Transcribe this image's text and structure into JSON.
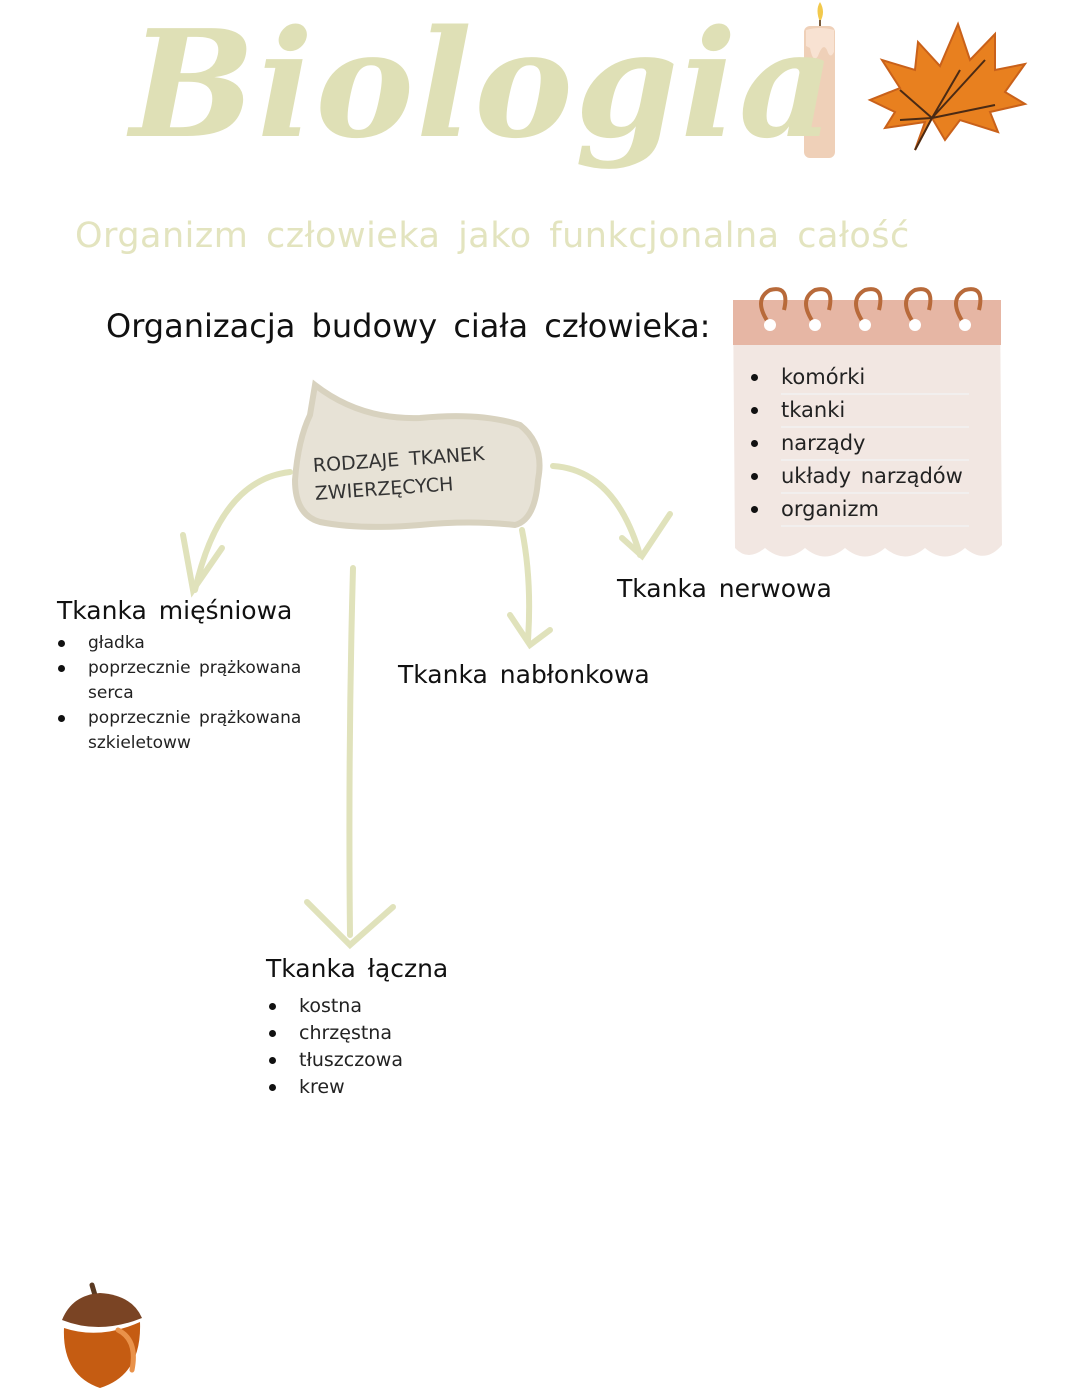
{
  "title": "Biologia",
  "subtitle": "Organizm człowieka jako funkcjonalna całość",
  "heading": "Organizacja budowy ciała człowieka:",
  "notepad_items": [
    "komórki",
    "tkanki",
    "narządy",
    "układy narządów",
    "organizm"
  ],
  "center_label": [
    "RODZAJE TKANEK",
    "ZWIERZĘCYCH"
  ],
  "tissues": {
    "miesniowa": {
      "title": "Tkanka mięśniowa",
      "items": [
        "gładka",
        "poprzecznie prążkowana serca",
        "poprzecznie prążkowana szkieletoww"
      ]
    },
    "nablonkowa": {
      "title": "Tkanka nabłonkowa"
    },
    "nerwowa": {
      "title": "Tkanka nerwowa"
    },
    "laczna": {
      "title": "Tkanka łączna",
      "items": [
        "kostna",
        "chrzęstna",
        "tłuszczowa",
        "krew"
      ]
    }
  },
  "icons": [
    "candle-icon",
    "maple-leaf-icon",
    "notepad-icon",
    "acorn-icon"
  ],
  "colors": {
    "accent": "#dfe0b6",
    "leaf": "#e0741e",
    "notepad": "#e6b6a4",
    "bubble": "#e7e2d6"
  }
}
